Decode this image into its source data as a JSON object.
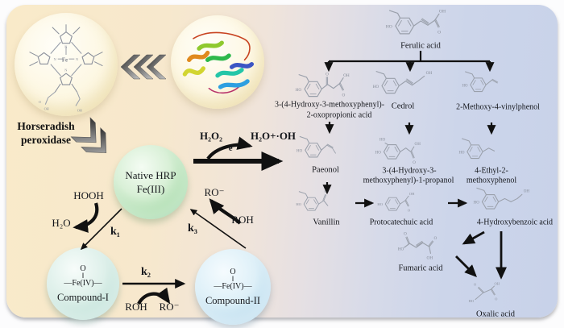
{
  "palette": {
    "bg_left": "#f9eac9",
    "bg_right": "#c8d2e9",
    "native_circle": "#83c794",
    "compound1_circle": "#a2d1c5",
    "compound2_circle": "#9fcbe4",
    "arrow": "#111111",
    "molecule_stroke": "#9aa0ab"
  },
  "icons": {
    "triple_chevron_left_icon": "three left-pointing chevrons (gray gradient)",
    "double_chevron_down_icon": "two down-right chevrons (gray gradient)",
    "heme_structure_icon": "porphyrin ring with Fe center",
    "protein_ribbon_icon": "rainbow protein ribbon model"
  },
  "left": {
    "enzyme_label": {
      "lines": [
        "Horseradish",
        "peroxidase"
      ]
    },
    "native_hrp": {
      "lines": [
        "Native HRP",
        "Fe(III)"
      ]
    },
    "compound1": {
      "oxo": "O",
      "bond": "‖",
      "fe": "—Fe(IV)—",
      "label": "Compound-I"
    },
    "compound2": {
      "oxo": "O",
      "bond": "‖",
      "fe": "—Fe(IV)—",
      "label": "Compound-II"
    },
    "labels": {
      "h2o2": "H₂O₂",
      "electron": "e⁻",
      "radical": "H₂O+·OH",
      "hooh": "HOOH",
      "h2o": "H₂O",
      "k1": "k₁",
      "k2": "k₂",
      "k3": "k₃",
      "roh_bottom": "ROH",
      "ro_bottom": "RO⁻",
      "ro_right": "RO⁻",
      "roh_right": "ROH"
    }
  },
  "pathway": {
    "nodes": [
      {
        "id": "ferulic",
        "lines": [
          "Ferulic acid"
        ]
      },
      {
        "id": "oxopropionic",
        "lines": [
          "3-(4-Hydroxy-3-methoxyphenyl)-",
          "2-oxopropionic acid"
        ]
      },
      {
        "id": "cedrol",
        "lines": [
          "Cedrol"
        ]
      },
      {
        "id": "vinylphenol",
        "lines": [
          "2-Methoxy-4-vinylphenol"
        ]
      },
      {
        "id": "paeonol",
        "lines": [
          "Paeonol"
        ]
      },
      {
        "id": "propanol",
        "lines": [
          "3-(4-Hydroxy-3-",
          "methoxyphenyl)-1-propanol"
        ]
      },
      {
        "id": "ethylphenol",
        "lines": [
          "4-Ethyl-2-",
          "methoxyphenol"
        ]
      },
      {
        "id": "vanillin",
        "lines": [
          "Vanillin"
        ]
      },
      {
        "id": "protocatechuic",
        "lines": [
          "Protocatechuic acid"
        ]
      },
      {
        "id": "hydroxybenzoic",
        "lines": [
          "4-Hydroxybenzoic acid"
        ]
      },
      {
        "id": "fumaric",
        "lines": [
          "Fumaric acid"
        ]
      },
      {
        "id": "oxalic",
        "lines": [
          "Oxalic acid"
        ]
      }
    ]
  }
}
